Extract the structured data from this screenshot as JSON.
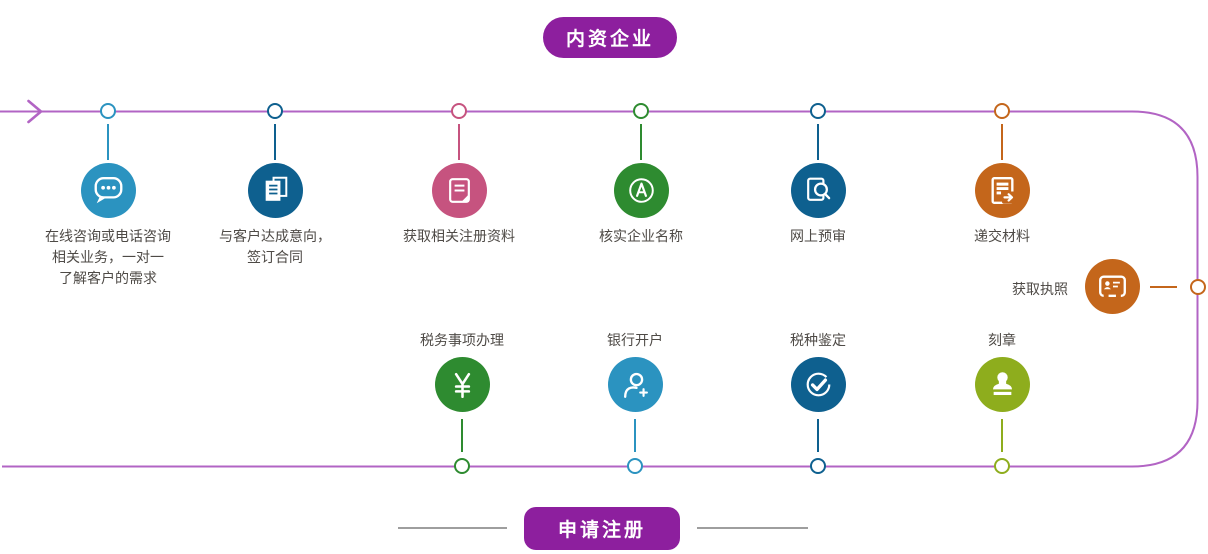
{
  "badges": {
    "top": "内资企业",
    "bottom": "申请注册"
  },
  "top_steps": [
    {
      "label": "在线咨询或电话咨询\n相关业务，一对一\n了解客户的需求",
      "icon": "chat-icon",
      "color": "#2b93c0"
    },
    {
      "label": "与客户达成意向，\n签订合同",
      "icon": "documents-icon",
      "color": "#0e608f"
    },
    {
      "label": "获取相关注册资料",
      "icon": "register-doc-icon",
      "color": "#c6537f"
    },
    {
      "label": "核实企业名称",
      "icon": "letter-a-icon",
      "color": "#2e8b30"
    },
    {
      "label": "网上预审",
      "icon": "doc-search-icon",
      "color": "#0e608f"
    },
    {
      "label": "递交材料",
      "icon": "doc-submit-icon",
      "color": "#c4661b"
    }
  ],
  "side_step": {
    "label": "获取执照",
    "icon": "license-icon",
    "color": "#c4661b"
  },
  "bottom_steps": [
    {
      "label": "税务事项办理",
      "icon": "yuan-icon",
      "color": "#2e8b30"
    },
    {
      "label": "银行开户",
      "icon": "add-user-icon",
      "color": "#2b93c0"
    },
    {
      "label": "税种鉴定",
      "icon": "check-circle-icon",
      "color": "#0e608f"
    },
    {
      "label": "刻章",
      "icon": "stamp-icon",
      "color": "#8ead1d"
    }
  ],
  "colors": {
    "timeline": "#b264c4",
    "badge": "#8d1f9e",
    "text": "#4e4a46",
    "separator": "#9e9e9e"
  }
}
